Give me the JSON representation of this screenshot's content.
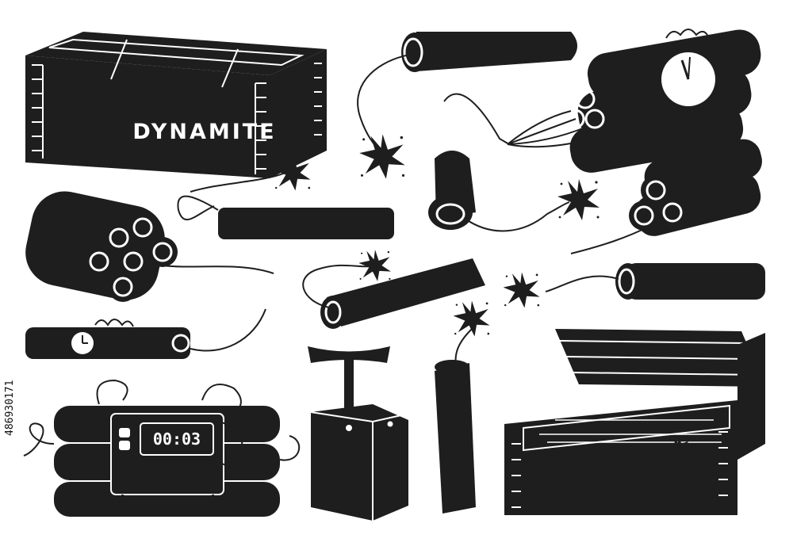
{
  "illustration": {
    "crate_label": "DYNAMITE",
    "timer_display": "00:03",
    "stock_id": "486930171"
  },
  "colors": {
    "ink": "#1e1e1e",
    "background": "#ffffff",
    "highlight": "#ffffff"
  },
  "icons": [
    "closed-dynamite-crate-icon",
    "single-stick-fuse-icon",
    "clock-bomb-bundle-icon",
    "spark-icon",
    "six-stick-bundle-icon",
    "three-stick-bundle-icon",
    "lit-stick-icon",
    "alarm-clock-stick-icon",
    "timer-bomb-icon",
    "plunger-detonator-icon",
    "upright-lit-stick-icon",
    "open-crate-icon"
  ]
}
